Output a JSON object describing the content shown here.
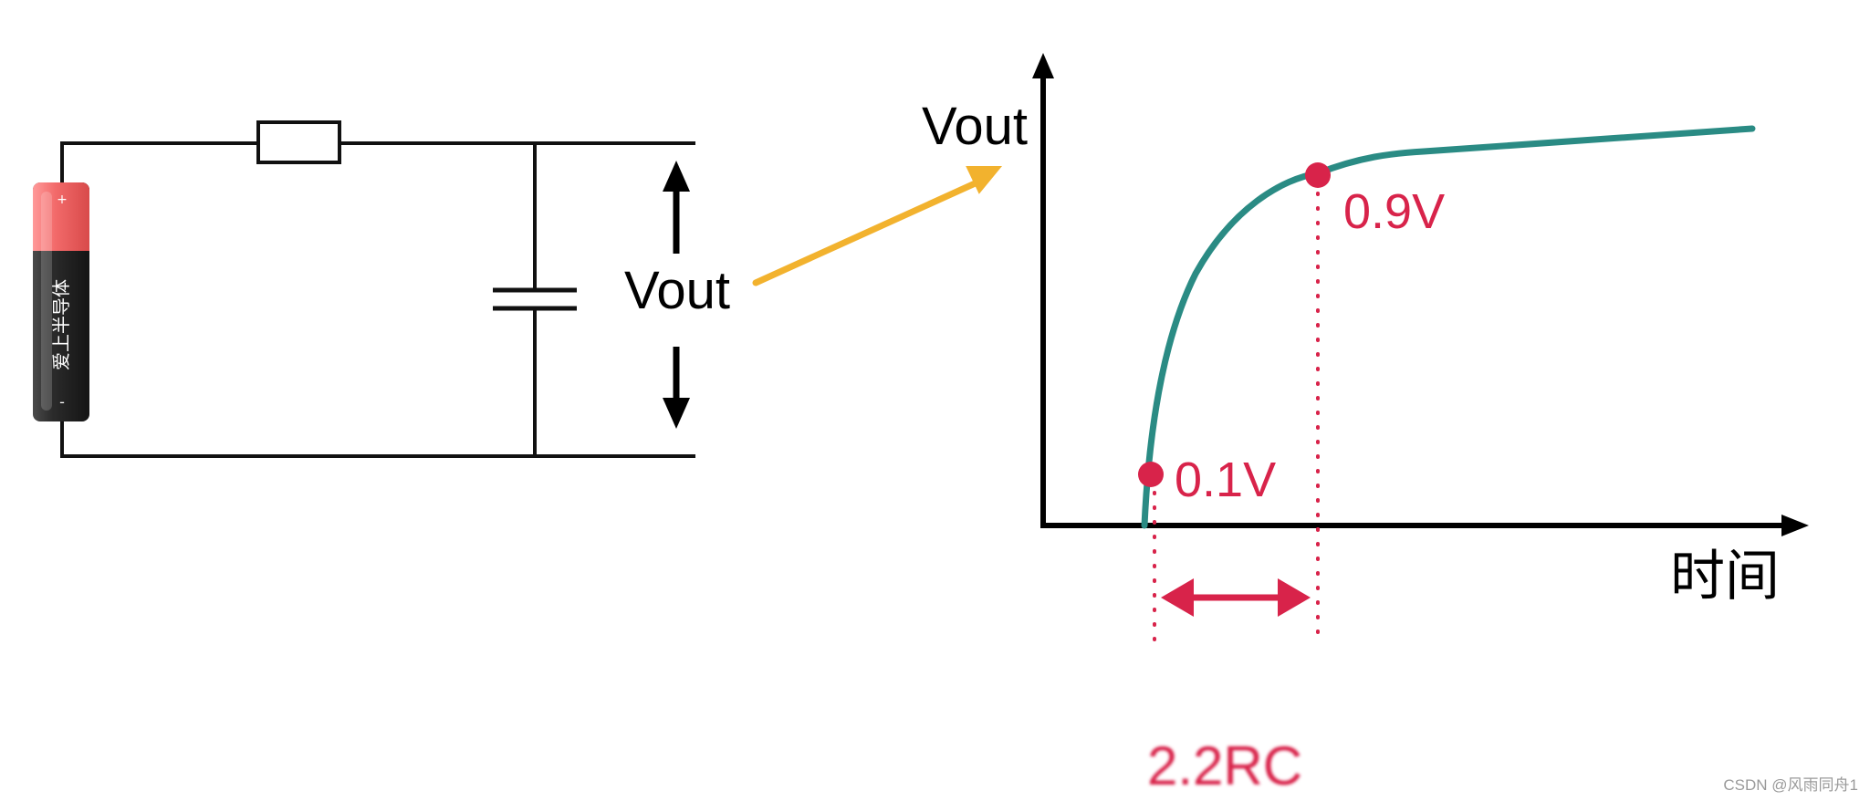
{
  "circuit": {
    "output_label": "Vout",
    "battery": {
      "label": "爱上半导体",
      "plus": "+",
      "minus": "-",
      "colors": {
        "top": "#f26a6a",
        "body": "#2a2a2a"
      }
    }
  },
  "graph": {
    "y_axis_label": "Vout",
    "x_axis_label": "时间",
    "low_point_label": "0.1V",
    "high_point_label": "0.9V",
    "interval_label": "2.2RC",
    "colors": {
      "curve": "#2a8b84",
      "marker": "#d8234a",
      "pointer_arrow": "#f2b22e"
    }
  },
  "watermark": "CSDN @风雨同舟1"
}
